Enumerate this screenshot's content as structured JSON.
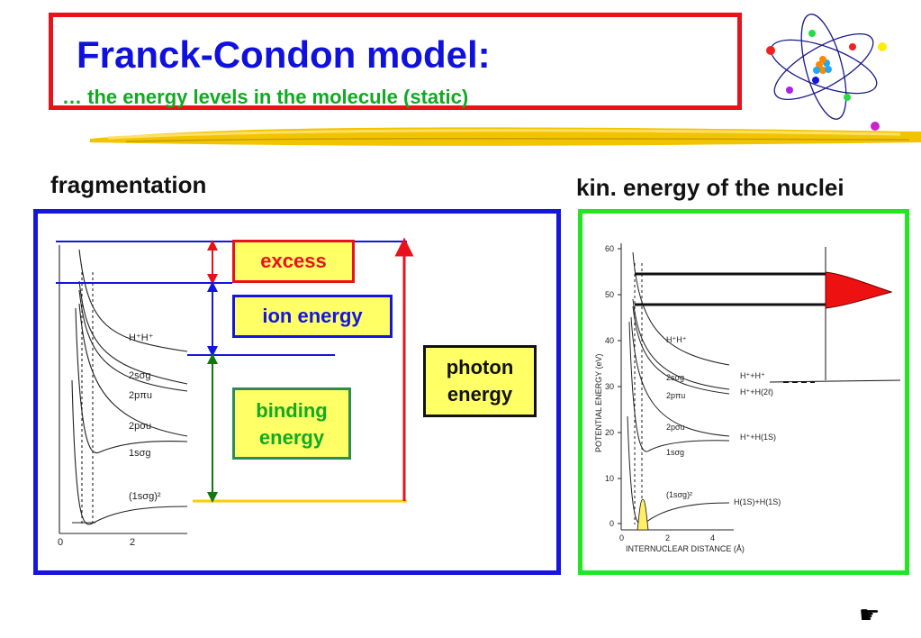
{
  "header": {
    "title": "Franck-Condon model:",
    "subtitle": "… the energy levels in the molecule (static)"
  },
  "sections": {
    "left_heading": "fragmentation",
    "right_heading": "kin. energy of the nuclei"
  },
  "left_diagram": {
    "labels": {
      "excess": "excess",
      "ion_energy": "ion energy",
      "binding_energy_line1": "binding",
      "binding_energy_line2": "energy",
      "photon_energy_line1": "photon",
      "photon_energy_line2": "energy"
    },
    "curve_labels": [
      "H⁺H⁺",
      "2sσg",
      "2pπu",
      "2pσu",
      "1sσg",
      "(1sσg)²"
    ],
    "x_ticks": [
      "0",
      "2"
    ],
    "colors": {
      "excess": "#e8121c",
      "ion": "#1515dd",
      "binding": "#11aa22",
      "photon": "#e8121c",
      "ground": "#ffcc00"
    }
  },
  "right_diagram": {
    "y_axis_label": "POTENTIAL ENERGY (eV)",
    "x_axis_label": "INTERNUCLEAR DISTANCE (Å)",
    "y_ticks": [
      "60",
      "50",
      "40",
      "30",
      "20",
      "10",
      "0"
    ],
    "x_ticks": [
      "0",
      "2",
      "4"
    ],
    "curve_labels": [
      "H⁺H⁺",
      "2sσg",
      "2pπu",
      "2pσu",
      "1sσg",
      "(1sσg)²"
    ],
    "asymptote_labels": [
      "H⁺+H⁺",
      "H⁺+H(2ℓ)",
      "H⁺+H(1S)",
      "H(1S)+H(1S)"
    ]
  },
  "footer": {
    "nav_icon": "pointing-hand-icon",
    "nav_glyph": "☛"
  }
}
